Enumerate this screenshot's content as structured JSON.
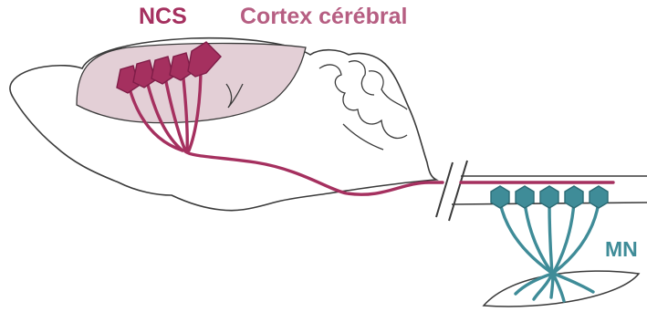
{
  "labels": {
    "ncs": "NCS",
    "cortex": "Cortex cérébral",
    "mn": "MN"
  },
  "colors": {
    "ncs": "#a5305f",
    "cortex_label": "#b65e82",
    "cortex_fill": "#e3cfd6",
    "mn": "#3f8c98",
    "outline": "#3a3a3a"
  },
  "icons": {
    "ncs_neurons": "pyramidal-neuron-icon",
    "mn_neurons": "hexagonal-motor-neuron-icon"
  }
}
